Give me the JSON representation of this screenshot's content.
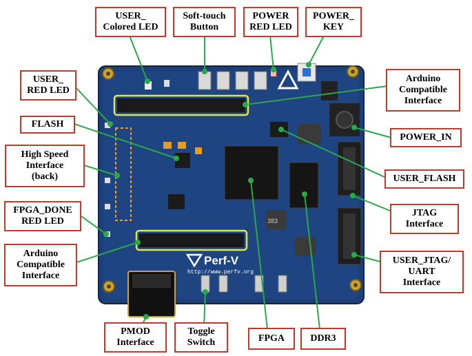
{
  "board": {
    "logo_text": "Perf-V",
    "url_text": "http://www.perfv.org",
    "chip_mark": "383",
    "colors": {
      "pcb": "#1d3f78",
      "pcb_dark": "#122a55",
      "header": "#1a1a1a",
      "highlight": "#e2e84a",
      "label_border": "#c0392b",
      "leader": "#2aa84a"
    }
  },
  "labels": [
    {
      "key": "user_colored_led",
      "text": "USER_\nColored LED"
    },
    {
      "key": "soft_touch_button",
      "text": "Soft-touch\nButton"
    },
    {
      "key": "power_red_led",
      "text": "POWER\nRED LED"
    },
    {
      "key": "power_key",
      "text": "POWER_\nKEY"
    },
    {
      "key": "user_red_led",
      "text": "USER_\nRED LED"
    },
    {
      "key": "arduino_top",
      "text": "Arduino\nCompatible\nInterface"
    },
    {
      "key": "flash",
      "text": "FLASH"
    },
    {
      "key": "power_in",
      "text": "POWER_IN"
    },
    {
      "key": "high_speed",
      "text": "High Speed\nInterface\n(back)"
    },
    {
      "key": "user_flash",
      "text": "USER_FLASH"
    },
    {
      "key": "fpga_done",
      "text": "FPGA_DONE\nRED LED"
    },
    {
      "key": "jtag",
      "text": "JTAG\nInterface"
    },
    {
      "key": "arduino_bottom",
      "text": "Arduino\nCompatible\nInterface"
    },
    {
      "key": "user_jtag_uart",
      "text": "USER_JTAG/\nUART\nInterface"
    },
    {
      "key": "pmod",
      "text": "PMOD\nInterface"
    },
    {
      "key": "toggle_switch",
      "text": "Toggle\nSwitch"
    },
    {
      "key": "fpga",
      "text": "FPGA"
    },
    {
      "key": "ddr3",
      "text": "DDR3"
    }
  ]
}
